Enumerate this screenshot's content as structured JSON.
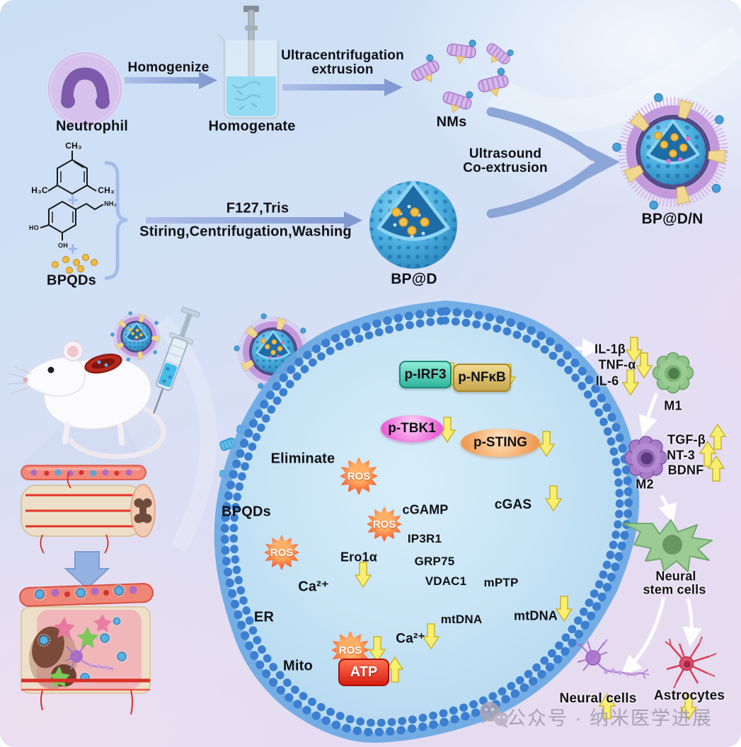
{
  "synthesis": {
    "neutrophil_label": "Neutrophil",
    "homogenize_label": "Homogenize",
    "homogenate_label": "Homogenate",
    "ultracentrifugation_line1": "Ultracentrifugation",
    "ultracentrifugation_line2": "extrusion",
    "nms_label": "NMs",
    "chem": {
      "ch3_top": "CH₃",
      "h3c": "H₃C",
      "ch3_right": "CH₃",
      "plus": "+",
      "nh2": "NH₂",
      "ho": "HO",
      "oh": "OH",
      "bpqds_label": "BPQDs"
    },
    "f127_label": "F127,Tris",
    "stirring_label": "Stiring,Centrifugation,Washing",
    "bpd_label": "BP@D",
    "ultrasound_line1": "Ultrasound",
    "ultrasound_line2": "Co-extrusion",
    "bpdn_label": "BP@D/N"
  },
  "cell": {
    "eliminate_label": "Eliminate",
    "ros_label": "ROS",
    "bpqds_label": "BPQDs",
    "p_irf3": "p-IRF3",
    "p_nfkb": "p-NFκB",
    "p_tbk1": "p-TBK1",
    "p_sting": "p-STING",
    "cgamp": "cGAMP",
    "cgas": "cGAS",
    "ero1a": "Ero1α",
    "ca_er": "Ca²⁺",
    "er_label": "ER",
    "ip3r1": "IP3R1",
    "grp75": "GRP75",
    "vdac1": "VDAC1",
    "mptp": "mPTP",
    "mito_label": "Mito",
    "ca_mito": "Ca²⁺",
    "mtdna_mito": "mtDNA",
    "atp": "ATP",
    "mtdna_cytosol": "mtDNA"
  },
  "pathway": {
    "il1b": "IL-1β",
    "tnfa": "TNF-α",
    "il6": "IL-6",
    "m1": "M1",
    "tgfb": "TGF-β",
    "nt3": "NT-3",
    "bdnf": "BDNF",
    "m2": "M2",
    "nsc_line1": "Neural",
    "nsc_line2": "stem cells",
    "neural_cells": "Neural cells",
    "astrocytes": "Astrocytes"
  },
  "watermark": {
    "text": "公众号 · 纳米医学进展"
  },
  "colors": {
    "process_arrow": "#8ca6d8",
    "yellow_arrow": "#f9ef6e",
    "ros_orange": "#f25a2e",
    "atp_red": "#d81e14",
    "teal_irf3": "#2fb49c",
    "khaki_nfkb": "#c7a64c",
    "magenta_tbk1": "#ea5ed6",
    "orange_sting": "#ef9c52",
    "cell_interior": "#c6e3f5",
    "membrane_blue": "#4a94dd",
    "nucleus_purple": "#c9a2dd",
    "er_purple": "#9d7fc9",
    "mito_blue": "#5caede",
    "m1_green": "#8fc48a",
    "m2_purple": "#a87cc6",
    "bpqd_yellow": "#f0bd42",
    "watermark_gray": "#a49eae"
  }
}
